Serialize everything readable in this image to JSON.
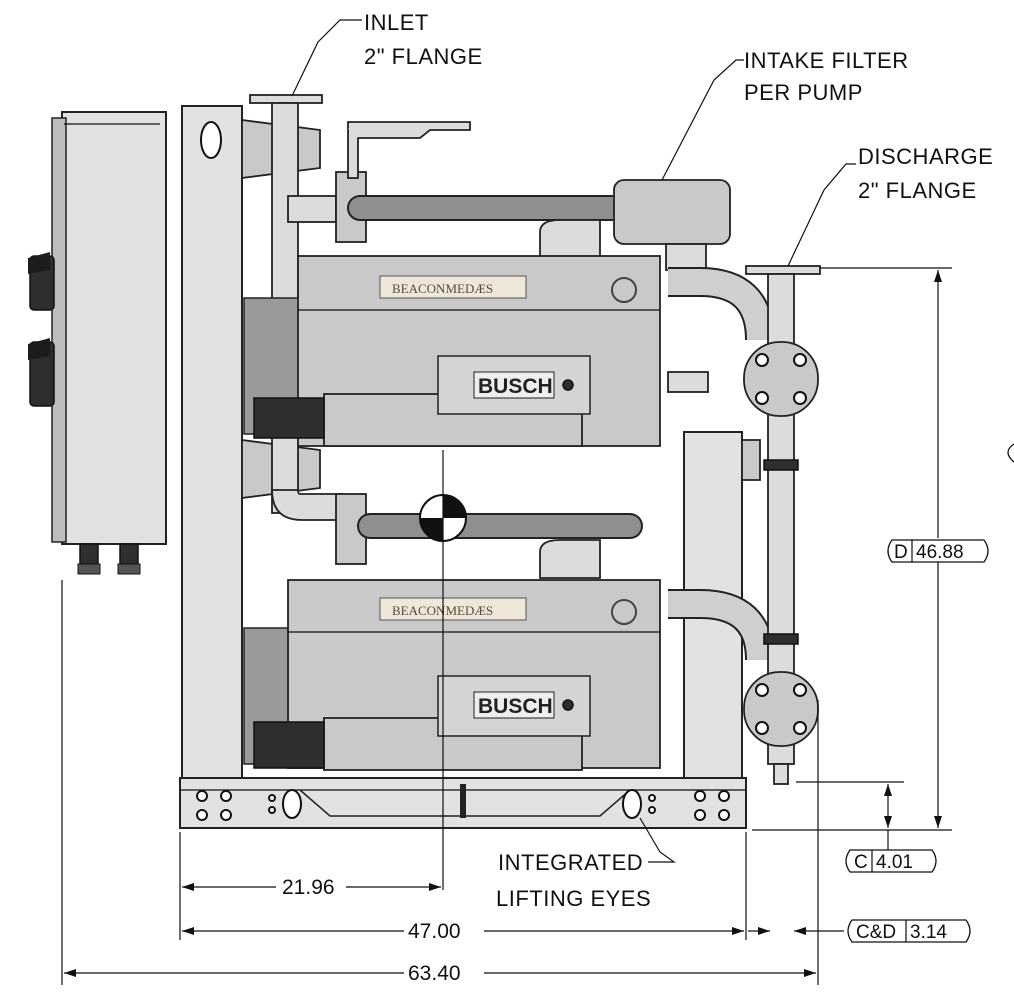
{
  "callouts": {
    "inlet": {
      "line1": "INLET",
      "line2": "2\" FLANGE"
    },
    "intake_filter": {
      "line1": "INTAKE FILTER",
      "line2": "PER PUMP"
    },
    "discharge": {
      "line1": "DISCHARGE",
      "line2": "2\" FLANGE"
    },
    "lifting_eyes": {
      "line1": "INTEGRATED",
      "line2": "LIFTING EYES"
    }
  },
  "dimensions": {
    "center_of_gravity_x": "21.96",
    "base_width": "47.00",
    "overall_width": "63.40",
    "height_d": {
      "label": "D",
      "value": "46.88"
    },
    "height_c": {
      "label": "C",
      "value": "4.01"
    },
    "offset_cd": {
      "label": "C&D",
      "value": "3.14"
    }
  },
  "pumps": {
    "brand_label": "BUSCH",
    "logo_text": "BEACONMEDÆS"
  },
  "colors": {
    "line": "#111111",
    "frame_fill": "#e2e2e2",
    "pump_fill": "#c9c9c9",
    "background": "#ffffff"
  }
}
